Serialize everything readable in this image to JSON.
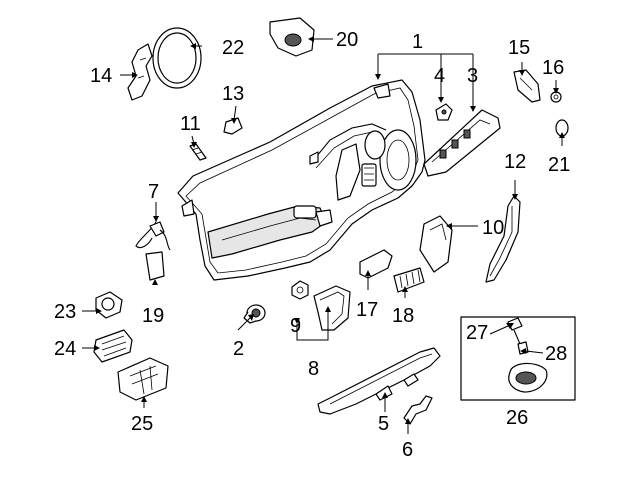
{
  "callouts": [
    {
      "id": "1",
      "label": "1"
    },
    {
      "id": "2",
      "label": "2"
    },
    {
      "id": "3",
      "label": "3"
    },
    {
      "id": "4",
      "label": "4"
    },
    {
      "id": "5",
      "label": "5"
    },
    {
      "id": "6",
      "label": "6"
    },
    {
      "id": "7",
      "label": "7"
    },
    {
      "id": "8",
      "label": "8"
    },
    {
      "id": "9",
      "label": "9"
    },
    {
      "id": "10",
      "label": "10"
    },
    {
      "id": "11",
      "label": "11"
    },
    {
      "id": "12",
      "label": "12"
    },
    {
      "id": "13",
      "label": "13"
    },
    {
      "id": "14",
      "label": "14"
    },
    {
      "id": "15",
      "label": "15"
    },
    {
      "id": "16",
      "label": "16"
    },
    {
      "id": "17",
      "label": "17"
    },
    {
      "id": "18",
      "label": "18"
    },
    {
      "id": "19",
      "label": "19"
    },
    {
      "id": "20",
      "label": "20"
    },
    {
      "id": "21",
      "label": "21"
    },
    {
      "id": "22",
      "label": "22"
    },
    {
      "id": "23",
      "label": "23"
    },
    {
      "id": "24",
      "label": "24"
    },
    {
      "id": "25",
      "label": "25"
    },
    {
      "id": "26",
      "label": "26"
    },
    {
      "id": "27",
      "label": "27"
    },
    {
      "id": "28",
      "label": "28"
    }
  ]
}
